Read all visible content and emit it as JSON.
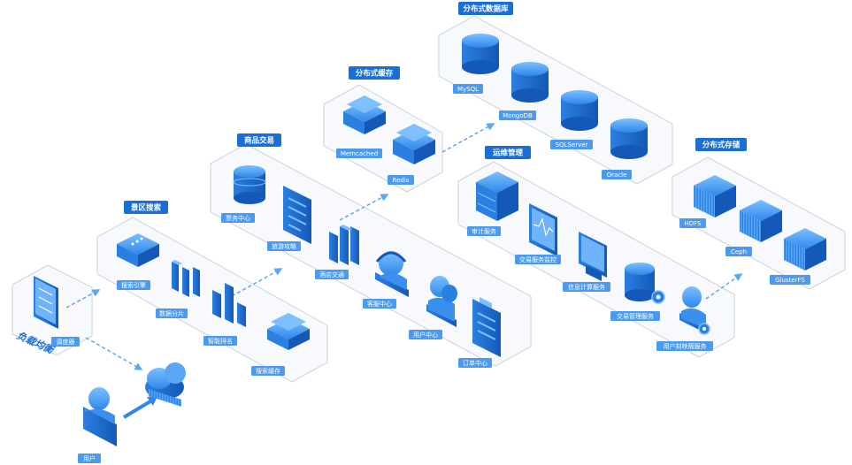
{
  "side_label": "负载均衡",
  "groups": [
    {
      "key": "scenic",
      "title": "景区搜索",
      "items": [
        "搜索引擎",
        "数据分片",
        "智能排名",
        "搜索缓存"
      ]
    },
    {
      "key": "commodity",
      "title": "商品交易",
      "items": [
        "票务中心",
        "旅游攻略",
        "酒店交通",
        "客服中心",
        "用户中心",
        "订单中心"
      ]
    },
    {
      "key": "cache",
      "title": "分布式缓存",
      "items": [
        "Memcached",
        "Redis"
      ]
    },
    {
      "key": "db",
      "title": "分布式数据库",
      "items": [
        "MySQL",
        "MongoDB",
        "SQLServer",
        "Oracle"
      ]
    },
    {
      "key": "ops",
      "title": "运维管理",
      "items": [
        "审计服务",
        "交易服务监控",
        "信息计算服务",
        "交易管理服务",
        "用户刻映隔服务"
      ]
    },
    {
      "key": "storage",
      "title": "分布式存储",
      "items": [
        "HDFS",
        "Ceph",
        "GlusterFS"
      ]
    }
  ],
  "standalone": {
    "scheduler": "调度器",
    "user": "用户"
  },
  "colors": {
    "accent": "#1a6fd6",
    "light": "#5aa7f5",
    "platform_stroke": "#c9d3df",
    "platform_fill": "#f7f9fc"
  }
}
